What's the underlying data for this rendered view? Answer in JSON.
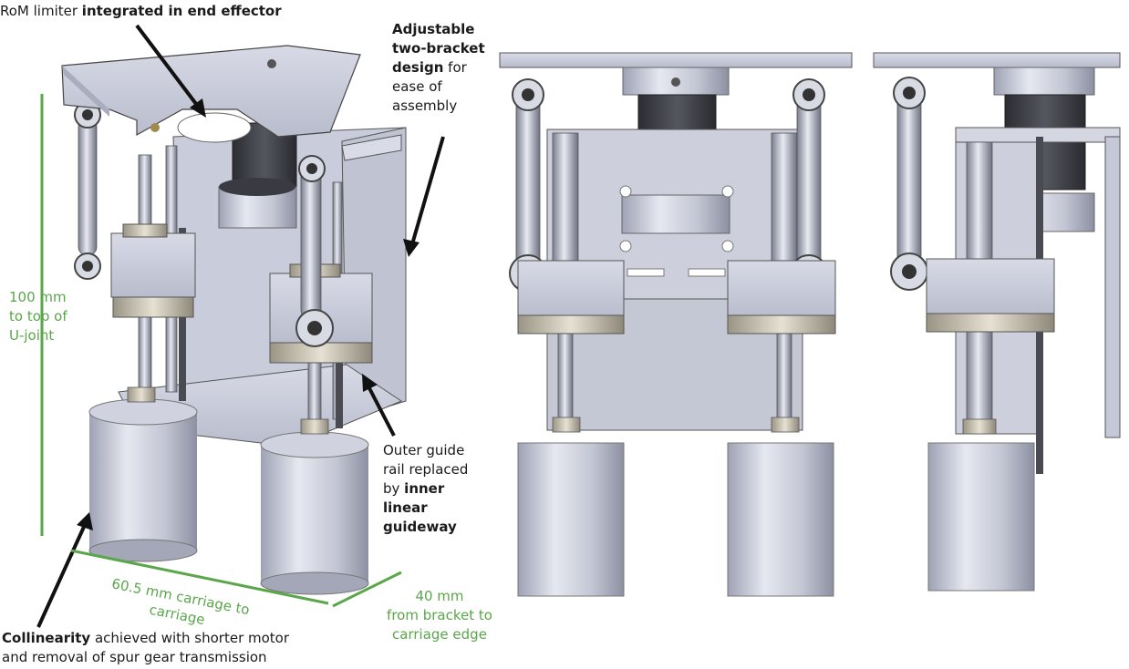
{
  "annotations": {
    "rom": {
      "pre": "RoM limiter ",
      "bold": "integrated in end effector"
    },
    "bracket": {
      "l1": "Adjustable",
      "l2": "two-bracket",
      "l3b": "design",
      "l3": " for",
      "l4": "ease of",
      "l5": "assembly"
    },
    "rail": {
      "l1": "Outer guide",
      "l2": "rail replaced",
      "l3": "by ",
      "l3b": "inner",
      "l4b": "linear",
      "l5b": "guideway"
    },
    "collinearity": {
      "bold": "Collinearity",
      "rest": " achieved with shorter motor",
      "l2": "and removal of spur gear transmission"
    }
  },
  "dimensions": {
    "height": {
      "l1": "100 mm",
      "l2": "to top of",
      "l3": "U-joint"
    },
    "carriage": {
      "l1": "60.5 mm carriage to",
      "l2": "carriage"
    },
    "bracket": {
      "l1": "40 mm",
      "l2": "from bracket to",
      "l3": "carriage edge"
    }
  },
  "colors": {
    "dimension": "#5aa64a",
    "metal": "#c9ccd9",
    "text": "#1a1a1a"
  }
}
